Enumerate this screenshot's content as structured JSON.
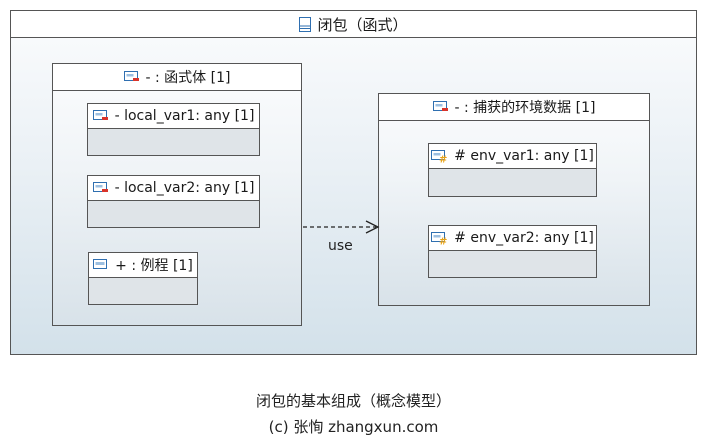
{
  "diagram": {
    "outer": {
      "title": "闭包（函式）",
      "icon": "class-icon"
    },
    "function_part": {
      "title": "- : 函式体 [1]",
      "icon": "part-icon",
      "attributes": [
        {
          "label": "- local_var1: any [1]",
          "icon": "private-attribute-icon"
        },
        {
          "label": "- local_var2: any [1]",
          "icon": "private-attribute-icon"
        },
        {
          "label": "+ : 例程 [1]",
          "icon": "public-part-icon"
        }
      ]
    },
    "env_part": {
      "title": "- : 捕获的环境数据 [1]",
      "icon": "part-icon",
      "attributes": [
        {
          "label": "# env_var1: any [1]",
          "icon": "protected-attribute-icon"
        },
        {
          "label": "# env_var2: any [1]",
          "icon": "protected-attribute-icon"
        }
      ]
    },
    "dependency": {
      "label": "use"
    }
  },
  "caption": {
    "title": "闭包的基本组成（概念模型）",
    "credit": "(c) 张恂 zhangxun.com"
  },
  "colors": {
    "border": "#555555",
    "gradient_top": "#fbfcfd",
    "gradient_bottom": "#d3e1ea",
    "private_marker": "#d9342b",
    "protected_marker": "#e8a317",
    "icon_blue": "#2f6fb0"
  }
}
